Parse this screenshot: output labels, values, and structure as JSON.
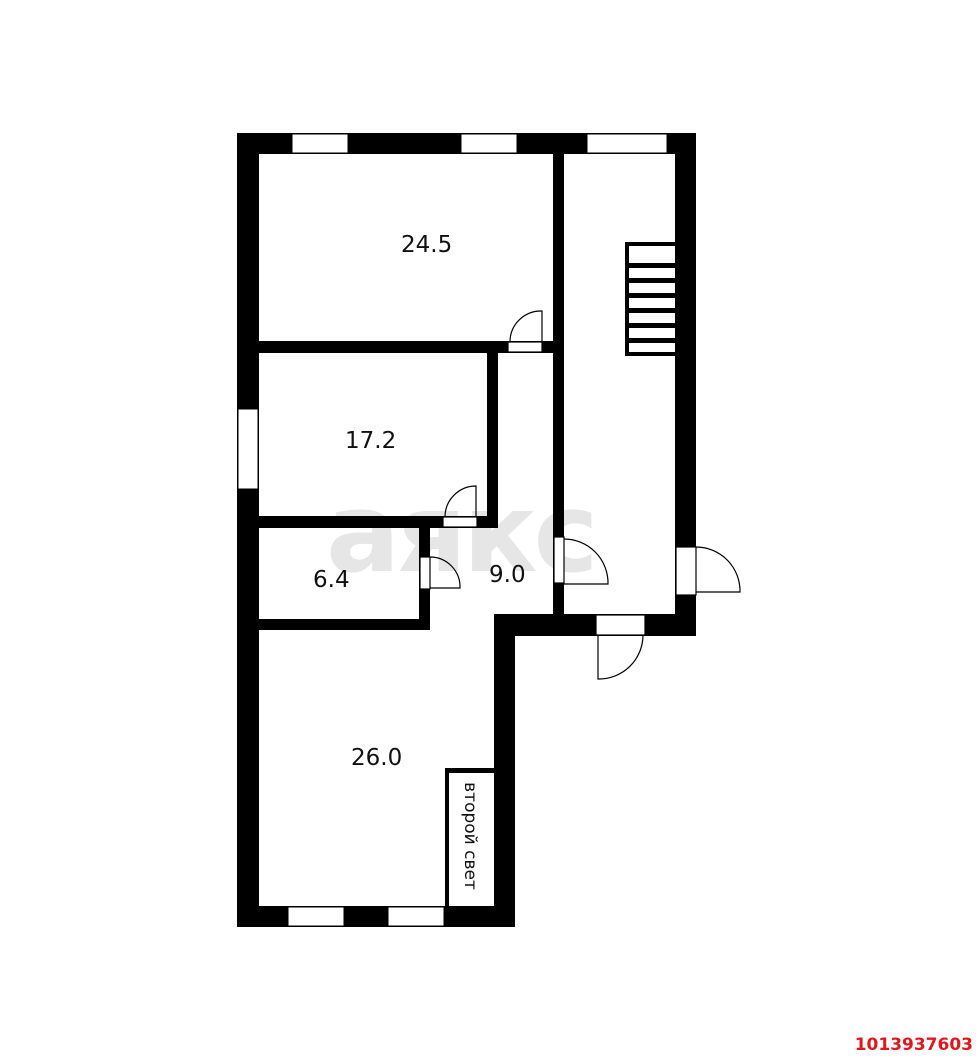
{
  "plan": {
    "watermark": "аякс",
    "rooms": [
      {
        "id": "room-top",
        "area": "24.5"
      },
      {
        "id": "room-middle",
        "area": "17.2"
      },
      {
        "id": "room-small",
        "area": "6.4"
      },
      {
        "id": "hallway",
        "area": "9.0"
      },
      {
        "id": "room-bottom",
        "area": "26.0"
      }
    ],
    "void_label": "второй свет",
    "listing_id": "1013937603",
    "colors": {
      "wall": "#000000",
      "background": "#ffffff",
      "watermark": "#e6e6e6",
      "listing_id": "#e0181e"
    }
  }
}
